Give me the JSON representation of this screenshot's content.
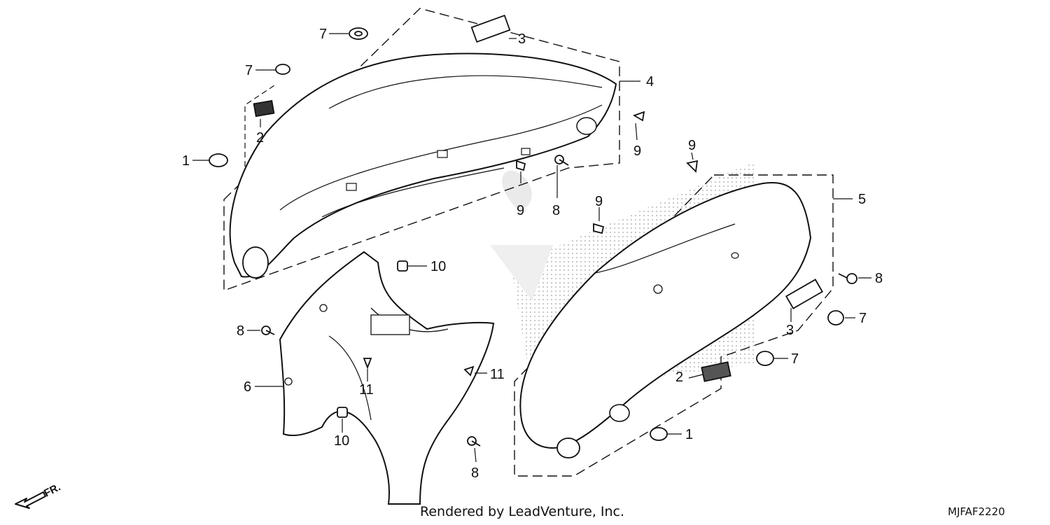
{
  "callouts": {
    "c1a": "1",
    "c1b": "1",
    "c2a": "2",
    "c2b": "2",
    "c3a": "3",
    "c3b": "3",
    "c4": "4",
    "c5": "5",
    "c6": "6",
    "c7a": "7",
    "c7b": "7",
    "c7c": "7",
    "c7d": "7",
    "c8a": "8",
    "c8b": "8",
    "c8c": "8",
    "c8d": "8",
    "c9a": "9",
    "c9b": "9",
    "c9c": "9",
    "c9d": "9",
    "c10a": "10",
    "c10b": "10",
    "c11a": "11",
    "c11b": "11"
  },
  "direction_label": "FR.",
  "footer": {
    "credit": "Rendered by LeadVenture, Inc.",
    "diagram_code": "MJFAF2220"
  },
  "colors": {
    "line": "#111111",
    "watermark": "#d9d9d9",
    "fill": "#ffffff"
  }
}
